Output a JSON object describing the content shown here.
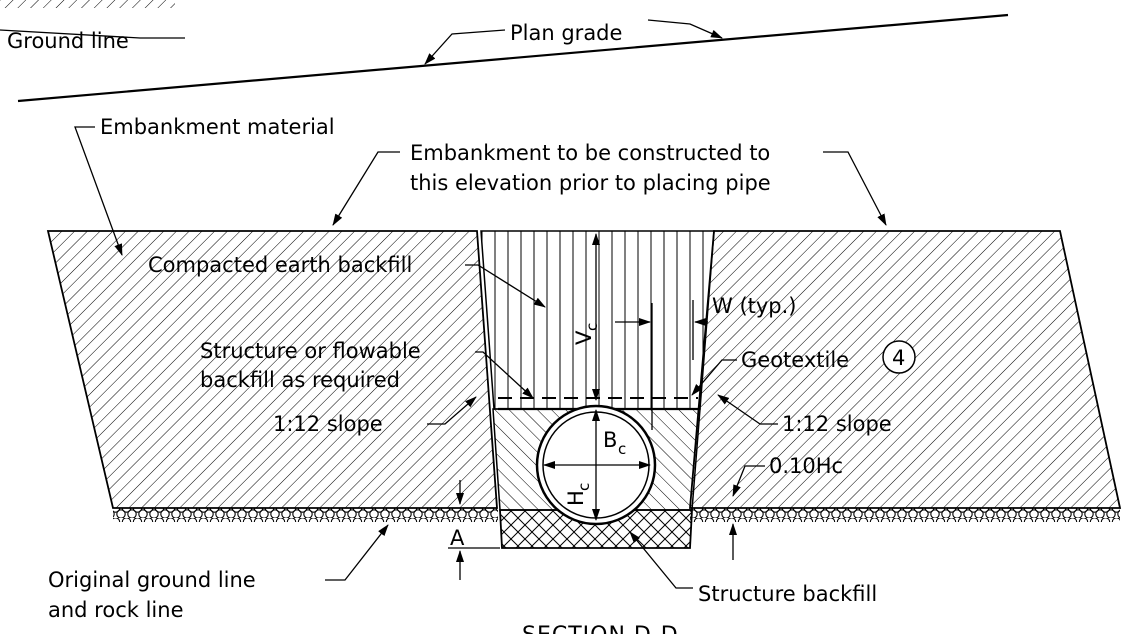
{
  "labels": {
    "ground_line": "Ground line",
    "plan_grade": "Plan grade",
    "embankment_material": "Embankment material",
    "embankment_note_line1": "Embankment to be constructed to",
    "embankment_note_line2": "this elevation prior to placing pipe",
    "compacted_earth_backfill": "Compacted earth backfill",
    "vc_main": "V",
    "vc_sub": "c",
    "w_typ": "W (typ.)",
    "structure_flowable_line1": "Structure or flowable",
    "structure_flowable_line2": "backfill as required",
    "geotextile": "Geotextile",
    "geotextile_note_number": "4",
    "slope_left": "1:12 slope",
    "slope_right": "1:12 slope",
    "bc_main": "B",
    "bc_sub": "c",
    "hc_main": "H",
    "hc_sub": "c",
    "hc_fraction": "0.10Hc",
    "dim_a": "A",
    "original_ground_line1": "Original ground line",
    "original_ground_line2": "and rock line",
    "structure_backfill": "Structure backfill",
    "section_title": "SECTION D-D"
  }
}
